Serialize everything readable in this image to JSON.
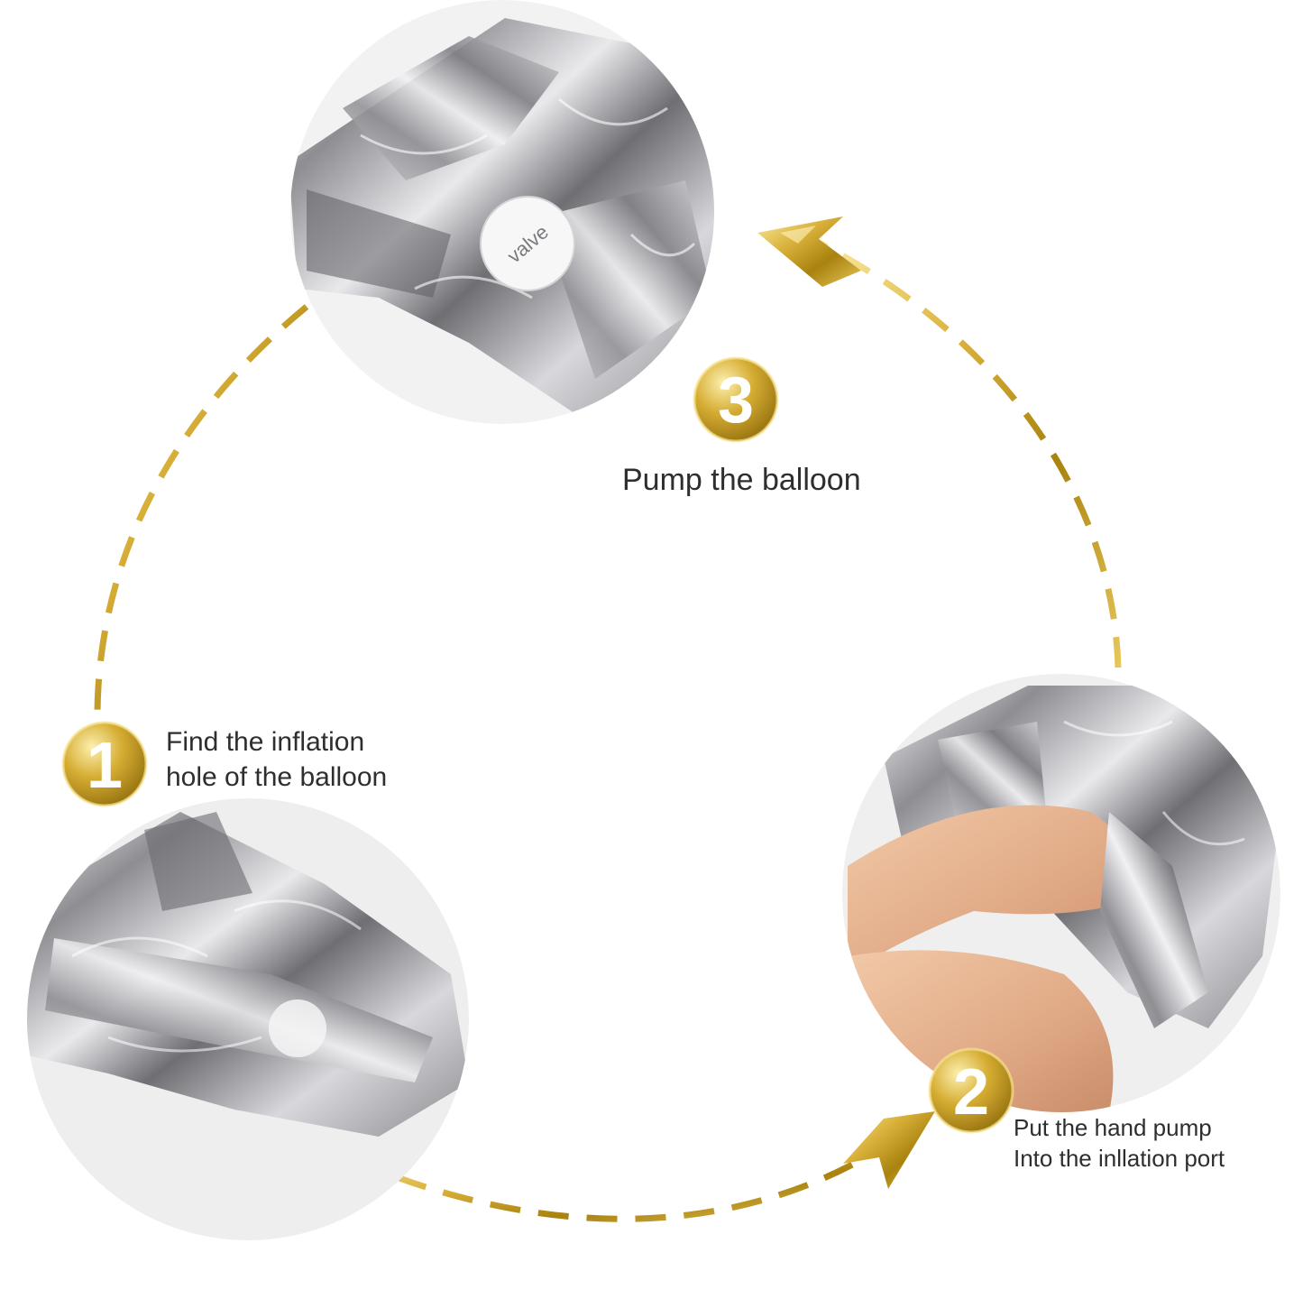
{
  "steps": [
    {
      "number": "1",
      "lines": [
        "Find the inflation",
        "hole of the balloon"
      ]
    },
    {
      "number": "2",
      "lines": [
        "Put the hand pump",
        "Into the inllation port"
      ]
    },
    {
      "number": "3",
      "lines": [
        "Pump the balloon"
      ]
    }
  ],
  "valve_label": "valve",
  "colors": {
    "gold": "#c9a227",
    "gold_dark": "#9c7a12",
    "gold_light": "#f3dd8a",
    "foil": "#b9b9bc",
    "text": "#2e2e2e"
  },
  "icons": [
    "arrow-head-icon",
    "step-number-badge"
  ]
}
